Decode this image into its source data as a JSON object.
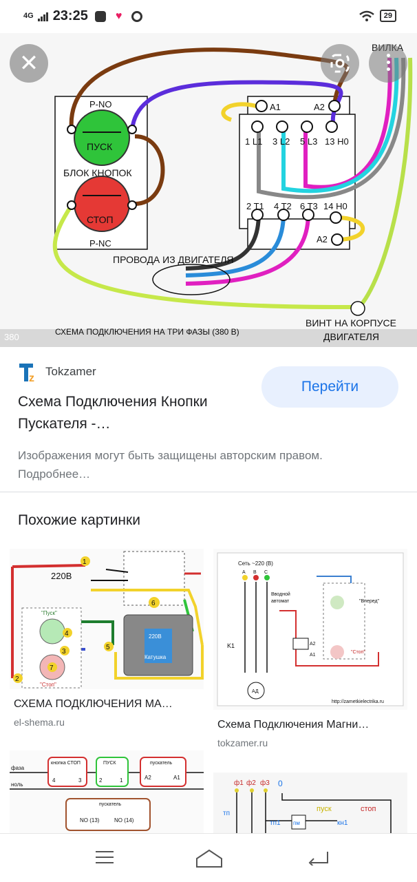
{
  "status_bar": {
    "network": "4G",
    "time": "23:25",
    "battery": "29"
  },
  "hero": {
    "labels": {
      "vilka": "ВИЛКА",
      "p_no": "P-NO",
      "pusk": "ПУСК",
      "blok": "БЛОК КНОПОК",
      "stop": "СТОП",
      "p_nc": "P-NC",
      "a1": "A1",
      "a2top": "A2",
      "l1": "1 L1",
      "l2": "3 L2",
      "l3": "5 L3",
      "h13": "13 H0",
      "t1": "2 T1",
      "t2": "4 T2",
      "t3": "6 T3",
      "h14": "14 H0",
      "a2": "A2",
      "provoda": "ПРОВОДА ИЗ ДВИГАТЕЛЯ",
      "vint1": "ВИНТ НА КОРПУСЕ",
      "vint2": "ДВИГАТЕЛЯ",
      "caption": "СХЕМА ПОДКЛЮЧЕНИЯ НА ТРИ ФАЗЫ (380 В)"
    },
    "image_size": "380"
  },
  "source": {
    "name": "Tokzamer"
  },
  "goto_button": "Перейти",
  "result_title": "Схема Подключения Кнопки Пускателя -…",
  "copyright_note": "Изображения могут быть защищены авторским правом. Подробнее…",
  "similar_heading": "Похожие картинки",
  "similar": [
    {
      "caption": "СХЕМА ПОДКЛЮЧЕНИЯ МА…",
      "source": "el-shema.ru",
      "labels": {
        "v220": "220В",
        "n1": "1",
        "n2": "2",
        "n3": "3",
        "n4": "4",
        "n5": "5",
        "n6": "6",
        "n7": "7",
        "pusk": "\"Пуск\"",
        "stop": "\"Стоп\"",
        "coil": "220В",
        "katushka": "Катушка"
      }
    },
    {
      "caption": "Схема Подключения Магни…",
      "source": "tokzamer.ru",
      "labels": {
        "set": "Сеть ~220 (В)",
        "a": "A",
        "b": "B",
        "c": "C",
        "vvod": "Вводной",
        "avtomat": "автомат",
        "vpered": "\"Вперед\"",
        "stop": "\"Стоп\"",
        "k1": "K1",
        "a1": "A1",
        "a2": "A2",
        "ad": "АД",
        "url": "http://zametkielectrika.ru"
      }
    },
    {
      "labels": {
        "faza": "фаза",
        "nol": "ноль",
        "knopka_stop": "кнопка СТОП",
        "pusk": "ПУСК",
        "puskatel": "пускатель",
        "puskatel2": "пускатель",
        "a2": "A2",
        "a1": "A1",
        "n4": "4",
        "n3": "3",
        "n2": "2",
        "n1": "1",
        "no13": "NO (13)",
        "no14": "NO (14)"
      }
    },
    {
      "labels": {
        "f1": "ф1",
        "f2": "ф2",
        "f3": "ф3",
        "zero": "0",
        "tp": "тп",
        "tp1": "тп1",
        "pm": "пм",
        "pusk": "пуск",
        "stop": "стоп",
        "kn1": "кн1"
      }
    }
  ]
}
